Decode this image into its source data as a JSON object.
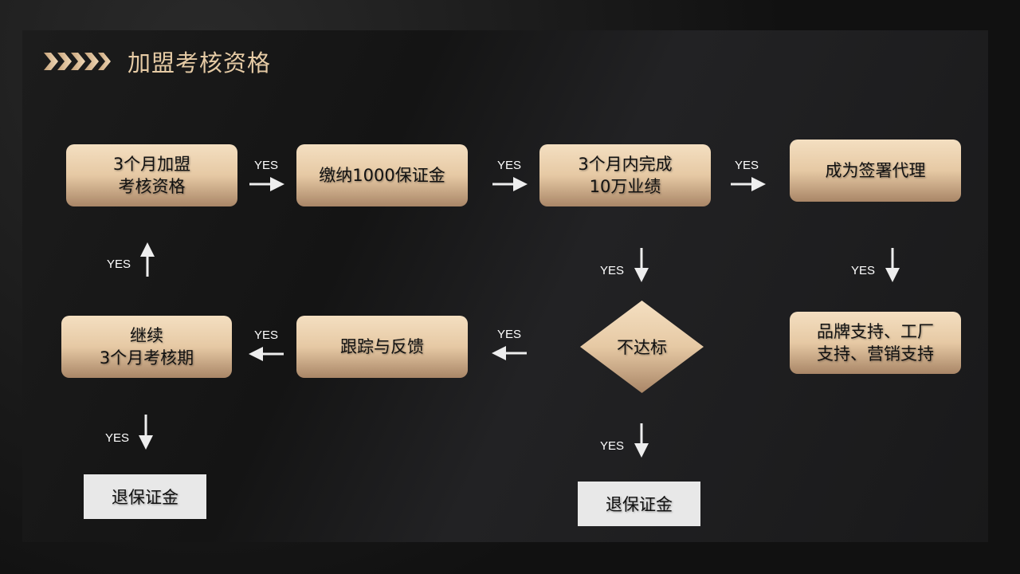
{
  "title": "加盟考核资格",
  "yes": "YES",
  "boxes": {
    "b1": "3个月加盟\n考核资格",
    "b2": "缴纳1000保证金",
    "b3": "3个月内完成\n10万业绩",
    "b4": "成为签署代理",
    "b5": "品牌支持、工厂\n支持、营销支持",
    "b6": "跟踪与反馈",
    "b7": "继续\n3个月考核期",
    "diamond": "不达标",
    "refund1": "退保证金",
    "refund2": "退保证金"
  },
  "colors": {
    "gold_top": "#f4dfc1",
    "gold_bottom": "#a98667",
    "title": "#e6cba5"
  }
}
